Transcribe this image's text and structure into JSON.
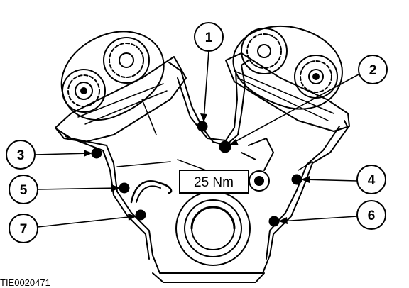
{
  "figure": {
    "torque_label": "25 Nm",
    "reference_code": "TIE0020471"
  },
  "callouts": [
    {
      "label": "1"
    },
    {
      "label": "2"
    },
    {
      "label": "3"
    },
    {
      "label": "4"
    },
    {
      "label": "5"
    },
    {
      "label": "6"
    },
    {
      "label": "7"
    }
  ],
  "colors": {
    "ink": "#000000",
    "paper": "#ffffff"
  }
}
